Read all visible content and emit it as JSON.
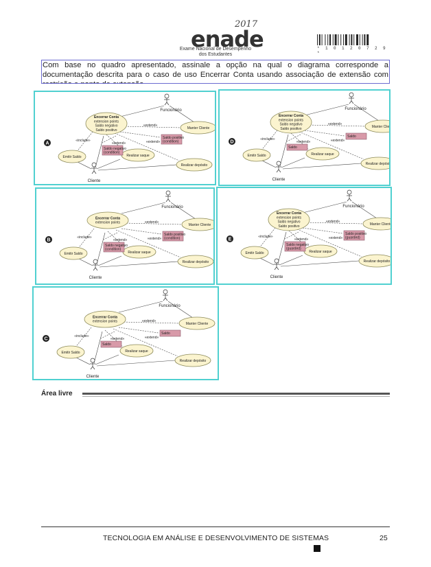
{
  "header": {
    "logo_word": "enade",
    "logo_year": "2017",
    "logo_sub_line1": "Exame Nacional de Desempenho",
    "logo_sub_line2": "dos Estudantes",
    "barcode_number": "* 1 0 1 2 0 7 2 9 *"
  },
  "question": {
    "text": "Com base no quadro apresentado, assinale a opção na qual o diagrama corresponde a documentação descrita para o caso de uso Encerrar Conta usando associação de extensão com restrição e ponto de extensão."
  },
  "options": {
    "A": {
      "letter": "A",
      "main_uc": [
        "Encerrar Conta",
        "extension points",
        "Saldo negativo",
        "Saldo positivo"
      ],
      "note1": [
        "Saldo negativo",
        "(condition)"
      ],
      "note2": [
        "Saldo positivo",
        "(condition)"
      ],
      "rel_include": "«include»",
      "rel_mid": "«extend»",
      "rel_right": "«extend»",
      "rel_manter": "«extend»"
    },
    "B": {
      "letter": "B",
      "main_uc": [
        "Encerrar Conta",
        "extension points"
      ],
      "note1": [
        "Saldo negativo",
        "(condition)"
      ],
      "note2": [
        "Saldo positivo",
        "(condition)"
      ],
      "rel_include": "«include»",
      "rel_mid": "«extend»",
      "rel_right": "«extend»",
      "rel_manter": "«extend»"
    },
    "C": {
      "letter": "C",
      "main_uc": [
        "Encerrar Conta",
        "extension points"
      ],
      "note1": [
        "Saldo"
      ],
      "note2": [
        "Saldo"
      ],
      "rel_include": "«include»",
      "rel_mid": "«extend»",
      "rel_right": "«extend»",
      "rel_manter": "«extend»"
    },
    "D": {
      "letter": "D",
      "main_uc": [
        "Encerrar Conta",
        "extension points",
        "Saldo negativo",
        "Saldo positivo"
      ],
      "note1": [
        "Saldo"
      ],
      "note2": [
        "Saldo"
      ],
      "rel_include": "«include»",
      "rel_mid": "«extend»",
      "rel_right": "«extend»",
      "rel_manter": "«extend»"
    },
    "E": {
      "letter": "E",
      "main_uc": [
        "Encerrar Conta",
        "extension points",
        "Saldo negativo",
        "Saldo positivo"
      ],
      "note1": [
        "Saldo negativo",
        "(guarded)"
      ],
      "note2": [
        "Saldo positivo",
        "(guarded)"
      ],
      "rel_include": "«include»",
      "rel_mid": "«extend»",
      "rel_right": "«extend»",
      "rel_manter": "«extend»"
    }
  },
  "common": {
    "actor_funcionario": "Funcionário",
    "actor_cliente": "Cliente",
    "uc_manter_cliente": "Manter Cliente",
    "uc_emitir_saldo": "Emitir Saldo",
    "uc_realizar_saque": "Realizar saque",
    "uc_realizar_deposito": "Realizar depósito"
  },
  "area_livre": "Área livre",
  "footer": {
    "course": "TECNOLOGIA EM ANÁLISE E DESENVOLVIMENTO DE SISTEMAS",
    "page": "25"
  }
}
